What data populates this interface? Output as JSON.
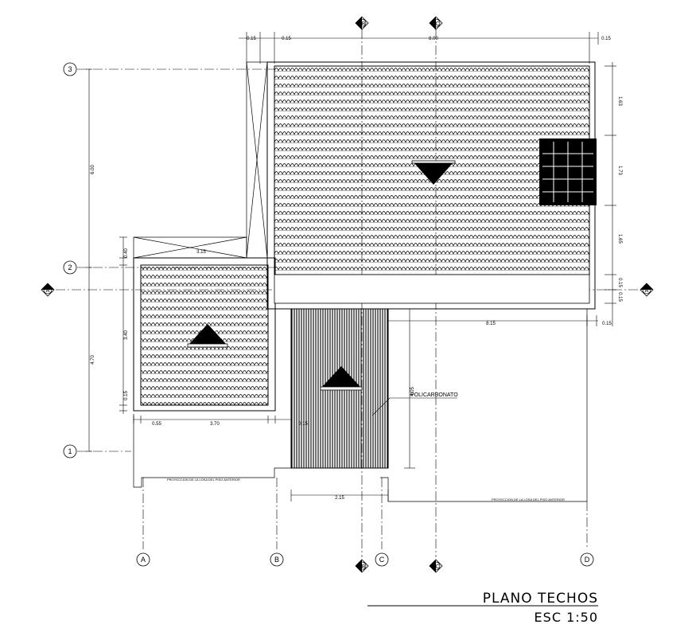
{
  "drawing": {
    "title": "PLANO TECHOS",
    "scale": "ESC 1:50",
    "material_label": "POLICARBONATO",
    "projection_note": "PROYECCION DE LA LOSA DEL PISO ANTERIOR"
  },
  "axes": {
    "rows": [
      "3",
      "2",
      "1"
    ],
    "section_a": "A",
    "columns": [
      "A",
      "B",
      "C",
      "D"
    ],
    "section_b": "B",
    "section_c": "C"
  },
  "dimensions": {
    "top_left_a": "0.15",
    "top_left_b": "0.15",
    "top_main": "8.00",
    "top_right": "0.15",
    "left_upper": "6.00",
    "left_lower": "4.70",
    "right_1": "1.63",
    "right_2": "1.73",
    "right_3": "1.65",
    "right_4": "0.15",
    "right_5": "0.15",
    "mid_width": "3.15",
    "mid_small": "0.40",
    "left_tile_height": "3.40",
    "left_tile_bottom": "0.15",
    "bottom_small": "0.55",
    "bottom_main": "3.70",
    "bottom_right": "0.15",
    "lower_right_span": "8.15",
    "lower_right_edge": "0.15",
    "poly_height": "4.05",
    "poly_width": "2.15"
  }
}
